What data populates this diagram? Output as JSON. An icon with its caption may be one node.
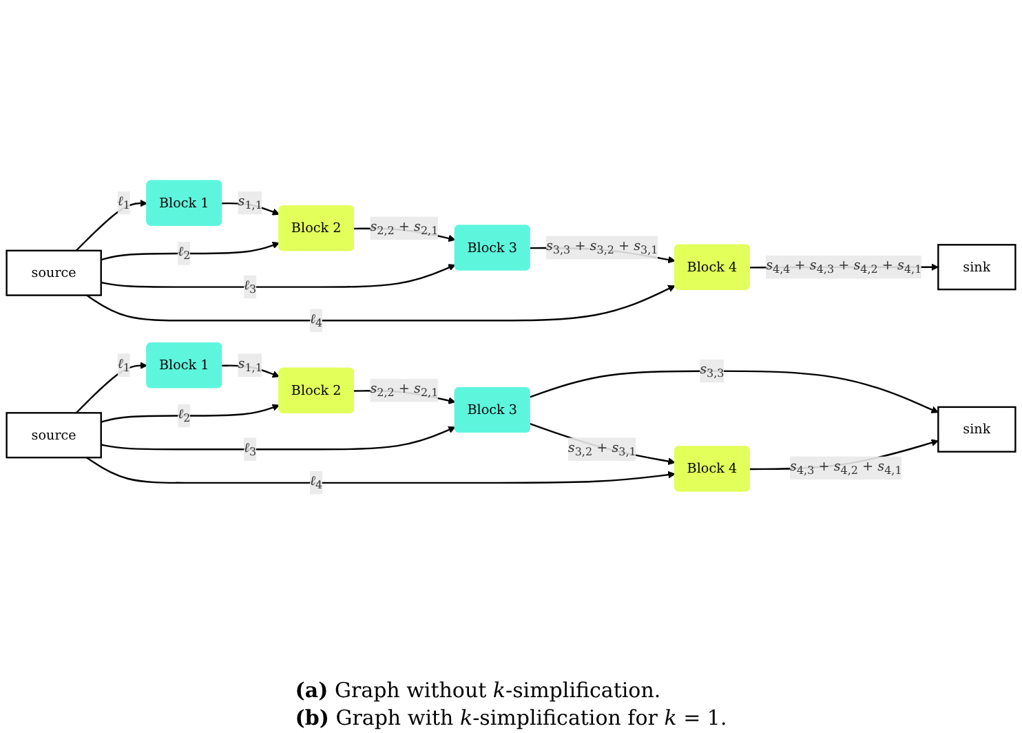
{
  "diagram": {
    "nodes": [
      {
        "text": [
          "Block 1"
        ]
      },
      {
        "text": [
          "Block 2"
        ]
      },
      {
        "text": [
          "Block 3"
        ]
      },
      {
        "text": [
          "Block 4"
        ]
      },
      {
        "text": [
          "sink"
        ]
      },
      {
        "text": [
          "source"
        ]
      },
      {
        "text": [
          "Block 1"
        ]
      },
      {
        "text": [
          "Block 2"
        ]
      },
      {
        "text": [
          "Block 3"
        ]
      },
      {
        "text": [
          "Block 4"
        ]
      },
      {
        "text": [
          "sink"
        ]
      },
      {
        "text": [
          "source"
        ]
      }
    ],
    "edges": [
      {
        "from": 0,
        "to": 1,
        "arrow": "to",
        "label": "*s*$_{1,1}$"
      },
      {
        "from": 1,
        "to": 2,
        "arrow": "to",
        "label": "*s*$_{2,2}$ + *s*$_{2,1}$"
      },
      {
        "from": 2,
        "to": 3,
        "arrow": "to",
        "label": "*s*$_{3,3}$ + *s*$_{3,2}$ + *s*$_{3,1}$"
      },
      {
        "from": 3,
        "to": 4,
        "arrow": "to",
        "label": "*s*$_{4,4}$ + *s*$_{4,3}$ + *s*$_{4,2}$ + *s*$_{4,1}$"
      },
      {
        "from": 5,
        "to": 0,
        "arrow": "to",
        "label": "*ℓ*$_{1}$"
      },
      {
        "from": 5,
        "to": 1,
        "arrow": "to",
        "label": "*ℓ*$_{2}$"
      },
      {
        "from": 5,
        "to": 2,
        "arrow": "to",
        "label": "*ℓ*$_{3}$"
      },
      {
        "from": 5,
        "to": 3,
        "arrow": "to",
        "label": "*ℓ*$_{4}$"
      },
      {
        "from": 6,
        "to": 7,
        "arrow": "to",
        "label": "*s*$_{1,1}$"
      },
      {
        "from": 7,
        "to": 8,
        "arrow": "to",
        "label": "*s*$_{2,2}$ + *s*$_{2,1}$"
      },
      {
        "from": 8,
        "to": 9,
        "arrow": "to",
        "label": "*s*$_{3,2}$ + *s*$_{3,1}$"
      },
      {
        "from": 8,
        "to": 10,
        "arrow": "to",
        "label": "*s*$_{3,3}$"
      },
      {
        "from": 9,
        "to": 10,
        "arrow": "to",
        "label": "*s*$_{4,3}$ + *s*$_{4,2}$ + *s*$_{4,1}$"
      },
      {
        "from": 11,
        "to": 6,
        "arrow": "to",
        "label": "*ℓ*$_{1}$"
      },
      {
        "from": 11,
        "to": 7,
        "arrow": "to",
        "label": "*ℓ*$_{2}$"
      },
      {
        "from": 11,
        "to": 8,
        "arrow": "to",
        "label": "*ℓ*$_{3}$"
      },
      {
        "from": 11,
        "to": 9,
        "arrow": "to",
        "label": "*ℓ*$_{4}$"
      }
    ],
    "labels": [
      "**(a)** Graph without *k*-simplification.",
      "**(b)** Graph with *k*-simplification for *k* = 1."
    ]
  }
}
